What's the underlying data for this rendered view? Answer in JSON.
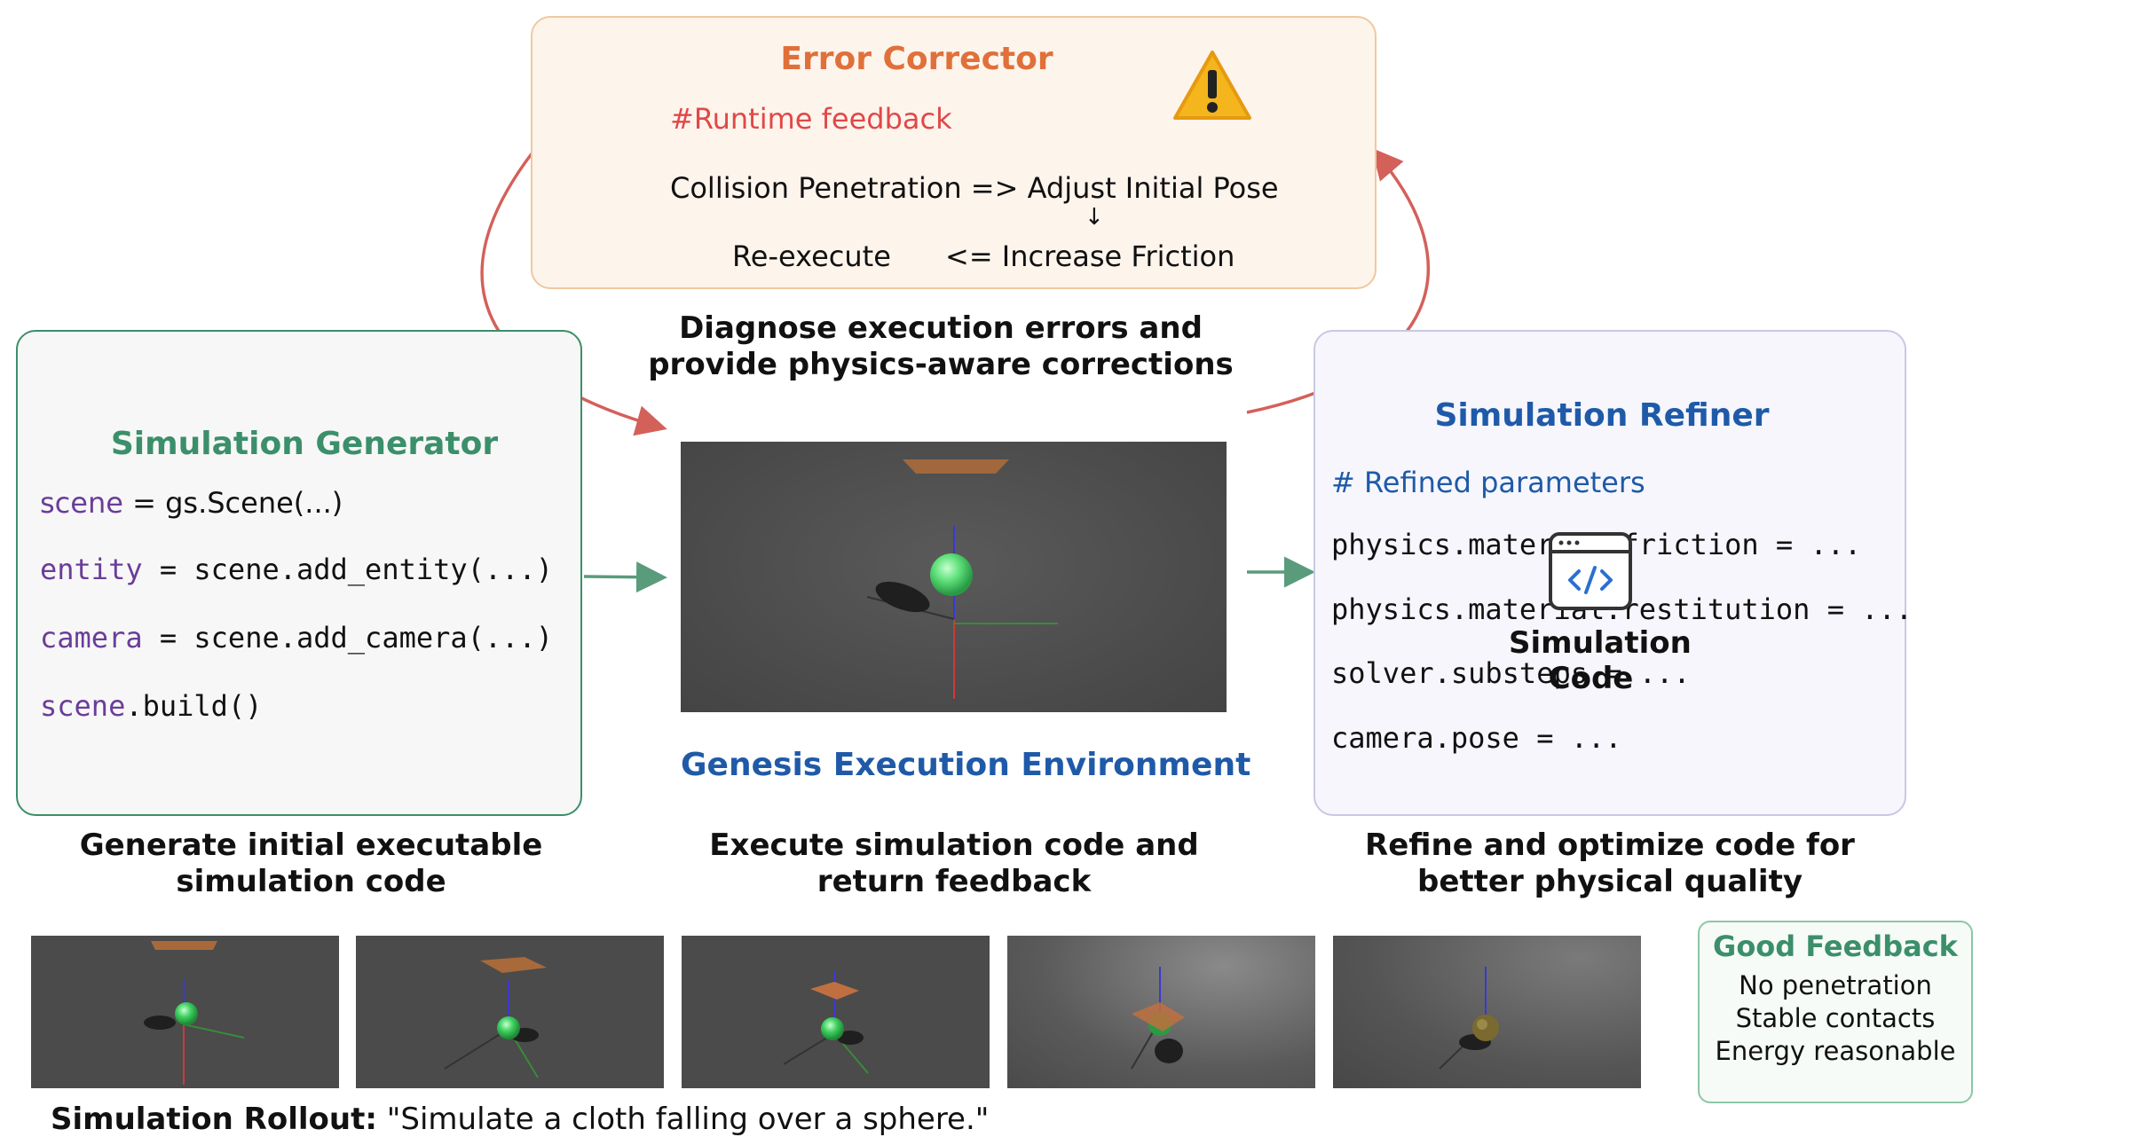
{
  "colors": {
    "green_accent": "#3b8f6a",
    "red_accent": "#e0703a",
    "blue_accent": "#1f5aa8",
    "runtime_red": "#e04848",
    "code_purple": "#6a3d9a",
    "arrow_red": "#d4605a",
    "arrow_green": "#5a9b7c"
  },
  "error_corrector": {
    "title": "Error Corrector",
    "icon": "warning-icon",
    "comment": "#Runtime feedback",
    "line1": "Collision Penetration => Adjust Initial Pose",
    "down_arrow": "↓",
    "reexecute": "Re-execute",
    "increase": "<= Increase Friction",
    "caption": [
      "Diagnose execution errors and",
      "provide physics-aware corrections"
    ]
  },
  "generator": {
    "title": "Simulation Generator",
    "lines": [
      {
        "var": "scene",
        "rest": " = gs.Scene(...)"
      },
      {
        "var": "entity",
        "rest": " = scene.add_entity(...)"
      },
      {
        "var": "camera",
        "rest": " = scene.add_camera(...)"
      },
      {
        "var": "scene",
        "rest": ".build()"
      }
    ],
    "caption": [
      "Generate initial executable",
      "simulation code"
    ]
  },
  "environment": {
    "title": "Genesis Execution Environment",
    "caption": [
      "Execute simulation code and",
      "return feedback"
    ]
  },
  "refiner": {
    "title": "Simulation Refiner",
    "comment": "# Refined parameters",
    "lines": [
      "physics.material.friction = ...",
      "physics.material.restitution = ...",
      "solver.substeps = ...",
      "camera.pose = ..."
    ],
    "caption": [
      "Refine and optimize code for",
      "better physical quality"
    ]
  },
  "output": {
    "icon": "code-window-icon",
    "label": [
      "Simulation",
      "Code"
    ]
  },
  "good_feedback": {
    "title": "Good Feedback",
    "items": [
      "No penetration",
      "Stable contacts",
      "Energy reasonable"
    ]
  },
  "rollout": {
    "label": "Simulation Rollout:",
    "prompt": "\"Simulate a cloth falling over a sphere.\""
  }
}
